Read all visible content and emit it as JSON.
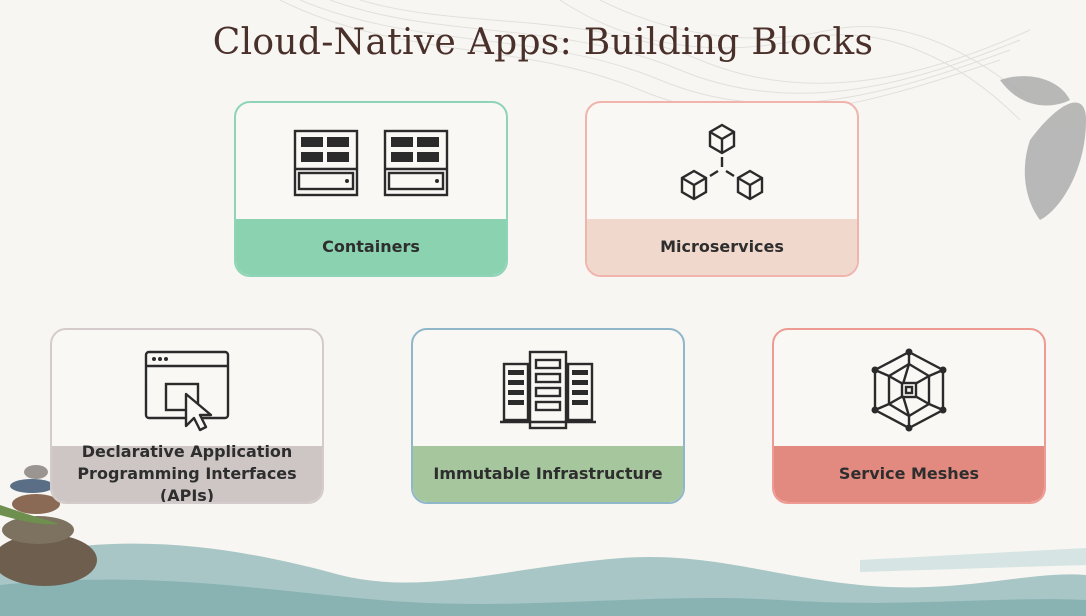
{
  "slide": {
    "title": "Cloud-Native Apps: Building Blocks"
  },
  "cards": [
    {
      "label": "Containers",
      "icon": "server-racks-icon",
      "accent": "#8bd2b0"
    },
    {
      "label": "Microservices",
      "icon": "connected-cubes-icon",
      "accent": "#f1d8cc"
    },
    {
      "label": "Declarative Application Programming Interfaces (APIs)",
      "label_line1": "Declarative Application",
      "label_line2": "Programming Interfaces (APIs)",
      "icon": "browser-cursor-icon",
      "accent": "#cdc6c5"
    },
    {
      "label": "Immutable Infrastructure",
      "icon": "server-tower-icon",
      "accent": "#a6c79d"
    },
    {
      "label": "Service Meshes",
      "icon": "mesh-network-icon",
      "accent": "#e38a80"
    }
  ],
  "colors": {
    "title": "#4a302a",
    "background": "#f7f6f2",
    "water": "#9cbfc0"
  }
}
